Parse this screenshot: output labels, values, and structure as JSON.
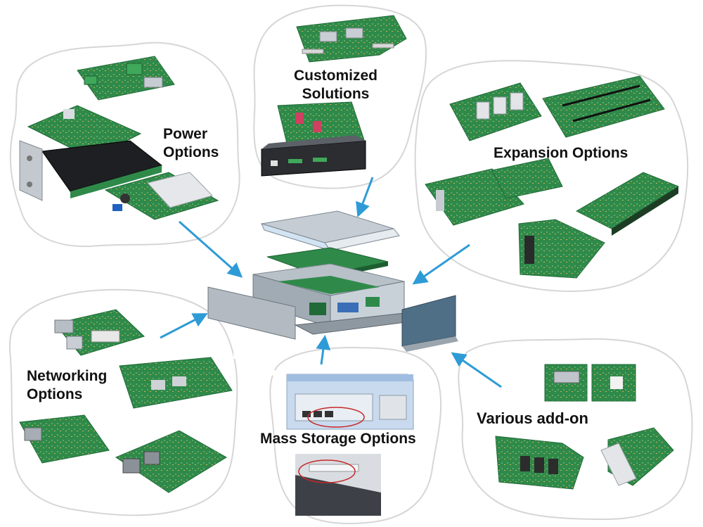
{
  "labels": {
    "power": [
      "Power",
      "Options"
    ],
    "customized": [
      "Customized",
      "Solutions"
    ],
    "expansion": "Expansion Options",
    "networking": [
      "Networking",
      "Options"
    ],
    "mass_storage": "Mass Storage Options",
    "various": "Various add-on"
  },
  "colors": {
    "arrow": "#2e9bd6",
    "cloud_stroke": "#d9d9d9",
    "pcb_green": "#2f8a4a",
    "pcb_dark": "#1f6a37",
    "chassis": "#b9c3cc",
    "panel_blue": "#bcd4ec",
    "highlight_circle": "#c62828"
  },
  "icons": [
    "power-board-icon",
    "customized-board-icon",
    "expansion-board-icon",
    "networking-board-icon",
    "mass-storage-icon",
    "addon-board-icon",
    "enclosure-icon"
  ]
}
